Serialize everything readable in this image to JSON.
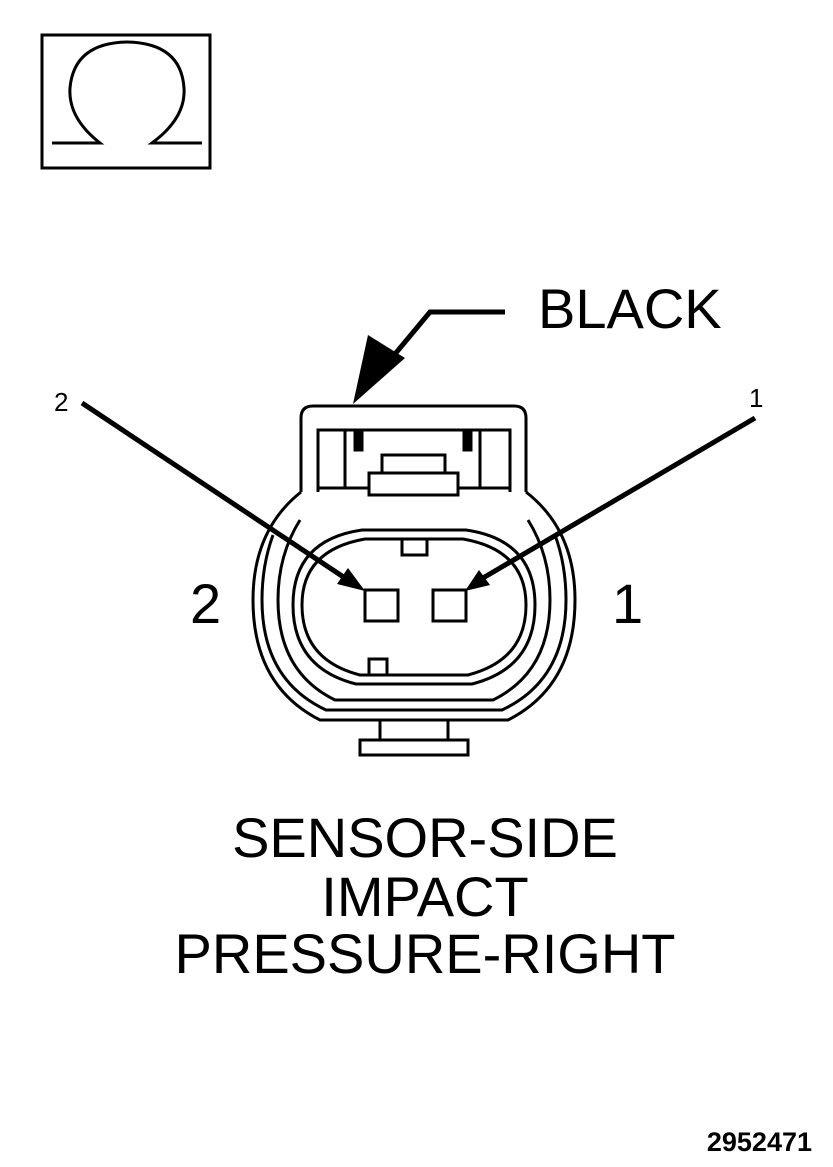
{
  "icon": {
    "name": "ohm-icon",
    "symbol": "Ω"
  },
  "connector": {
    "color_label": "BLACK",
    "pin_callouts": {
      "left": "2",
      "right": "1"
    },
    "pin_labels": {
      "left": "2",
      "right": "1"
    }
  },
  "caption": {
    "line1": "SENSOR-SIDE",
    "line2": "IMPACT",
    "line3": "PRESSURE-RIGHT"
  },
  "figure_number": "2952471",
  "colors": {
    "ink": "#000000",
    "background": "#ffffff"
  }
}
